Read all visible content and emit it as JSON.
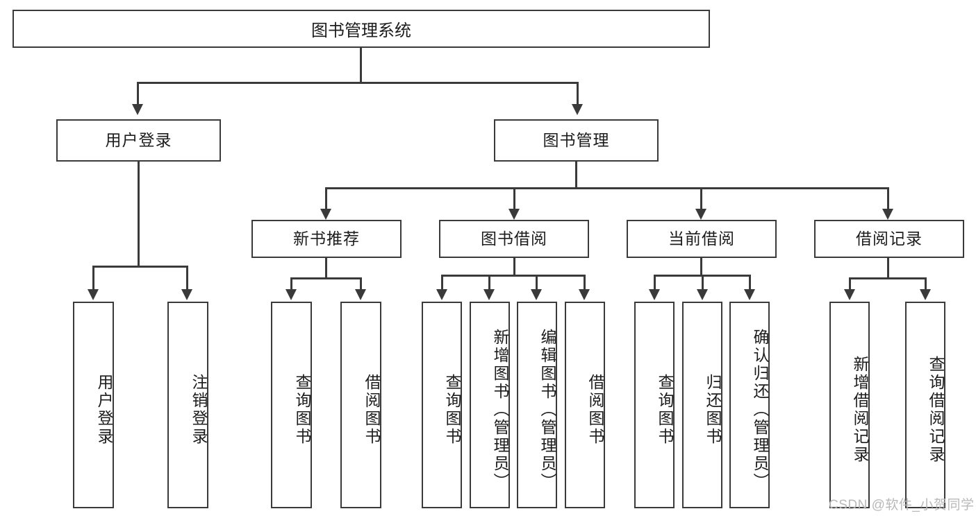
{
  "diagram": {
    "title": "图书管理系统",
    "type": "tree-hierarchy-diagram",
    "root": {
      "label": "图书管理系统"
    },
    "level1": [
      {
        "label": "用户登录"
      },
      {
        "label": "图书管理"
      }
    ],
    "level2": [
      {
        "label": "新书推荐",
        "parent": "图书管理"
      },
      {
        "label": "图书借阅",
        "parent": "图书管理"
      },
      {
        "label": "当前借阅",
        "parent": "图书管理"
      },
      {
        "label": "借阅记录",
        "parent": "图书管理"
      }
    ],
    "leaves": {
      "user_login": [
        {
          "label": "用户登录"
        },
        {
          "label": "注销登录"
        }
      ],
      "new_book_recommend": [
        {
          "label": "查询图书"
        },
        {
          "label": "借阅图书"
        }
      ],
      "book_borrow": [
        {
          "label": "查询图书"
        },
        {
          "label": "新增图书（管理员）"
        },
        {
          "label": "编辑图书（管理员）"
        },
        {
          "label": "借阅图书"
        }
      ],
      "current_borrow": [
        {
          "label": "查询图书"
        },
        {
          "label": "归还图书"
        },
        {
          "label": "确认归还（管理员）"
        }
      ],
      "borrow_record": [
        {
          "label": "新增借阅记录"
        },
        {
          "label": "查询借阅记录"
        }
      ]
    },
    "watermark": "CSDN @软件_小贺同学",
    "colors": {
      "stroke": "#3a3a3a",
      "fill": "#ffffff",
      "text": "#1c1c1c",
      "watermark": "#b9b9b9"
    }
  }
}
